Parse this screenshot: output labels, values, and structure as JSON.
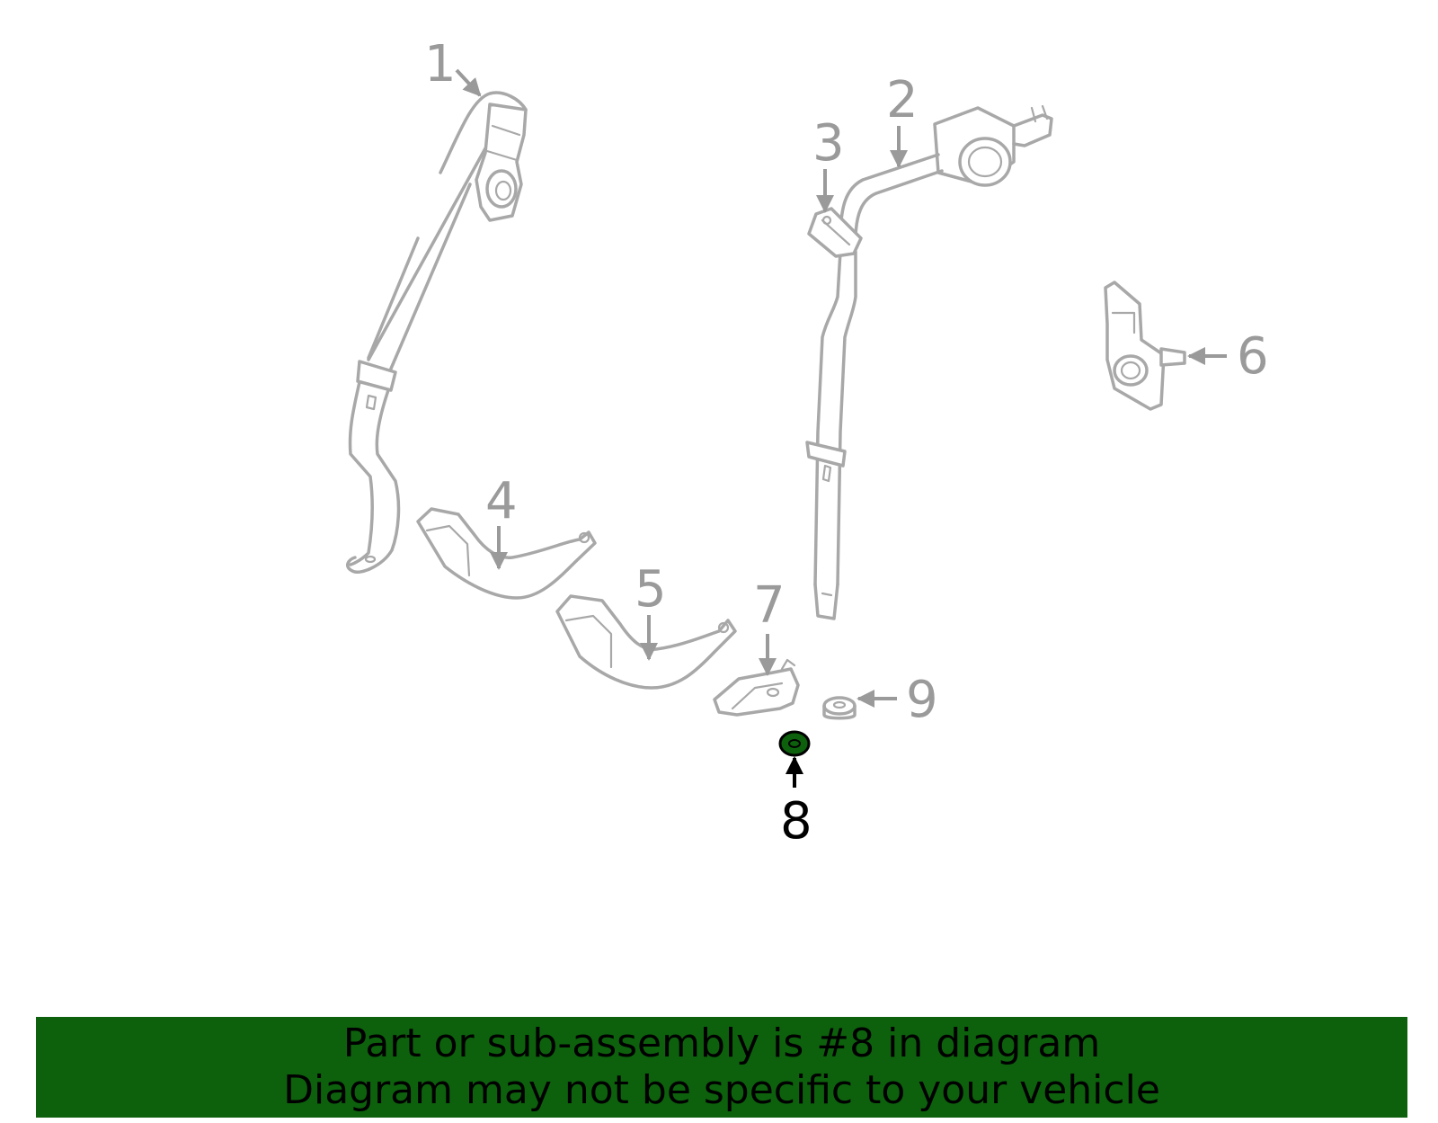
{
  "callouts": {
    "c1": "1",
    "c2": "2",
    "c3": "3",
    "c4": "4",
    "c5": "5",
    "c6": "6",
    "c7": "7",
    "c8": "8",
    "c9": "9"
  },
  "highlighted_part": "8",
  "colors": {
    "highlight_fill": "#0d610d",
    "part_stroke": "#a8a8a8",
    "callout_text": "#9a9a9a",
    "banner_bg": "#0d610d"
  },
  "banner": {
    "line1": "Part or sub-assembly is #8 in diagram",
    "line2": "Diagram may not be specific to your vehicle"
  }
}
